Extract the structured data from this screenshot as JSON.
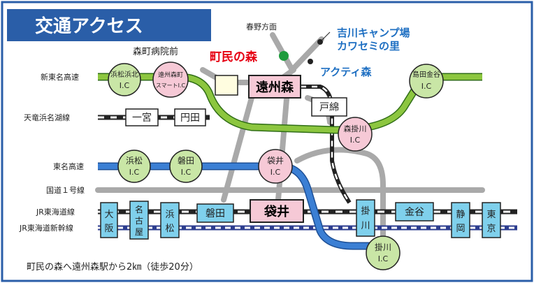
{
  "title": "交通アクセス",
  "landmark_town_forest": "町民の森",
  "landmark_activity_forest": "アクティ森",
  "landmark_camp_line1": "吉川キャンプ場",
  "landmark_camp_line2": "カワセミの里",
  "direction_haruno": "春野方面",
  "label_hospital": "森町病院前",
  "line_labels": {
    "shin_tomei": "新東名高速",
    "tenhama": "天竜浜名湖線",
    "tomei": "東名高速",
    "route1": "国道１号線",
    "jr_tokaido": "JR東海道線",
    "jr_shinkansen": "JR東海道新幹線"
  },
  "stations": {
    "ichinomiya": "一宮",
    "enden": "円田",
    "enshumori": "遠州森",
    "tosen": "戸綿",
    "osaka_1": "大",
    "osaka_2": "阪",
    "nagoya_1": "名",
    "nagoya_2": "古",
    "nagoya_3": "屋",
    "hamamatsu_1": "浜",
    "hamamatsu_2": "松",
    "iwata": "磐田",
    "fukuroi": "袋井",
    "kakegawa_1": "掛",
    "kakegawa_2": "川",
    "kanaya": "金谷",
    "shizuoka_1": "静",
    "shizuoka_2": "岡",
    "tokyo_1": "東",
    "tokyo_2": "京"
  },
  "interchanges": {
    "hamamatsu_hamakita": {
      "name": "浜松浜北",
      "ic": "I.C"
    },
    "enshumori_smart": {
      "name": "遠州森町",
      "ic": "スマートI.C"
    },
    "shimada_kanaya": {
      "name": "島田金谷",
      "ic": "I.C"
    },
    "morikakegawa": {
      "name": "森掛川",
      "ic": "I.C"
    },
    "hamamatsu": {
      "name": "浜松",
      "ic": "I.C"
    },
    "iwata": {
      "name": "磐田",
      "ic": "I.C"
    },
    "fukuroi": {
      "name": "袋井",
      "ic": "I.C"
    },
    "kakegawa": {
      "name": "掛川",
      "ic": "I.C"
    }
  },
  "footer_note": "町民の森へ遠州森駅から2㎞（徒歩20分）",
  "colors": {
    "frame_blue": "#2a5ea8",
    "green_road": "#8cc63f",
    "blue_road": "#3b7fd4",
    "gray_road": "#a9a9a9",
    "ic_pink": "#f6c9d6",
    "ic_green": "#c9e6a6",
    "station_cyan": "#7fd0ec",
    "station_pink": "#f6c9d6",
    "title_red": "#e60012",
    "accent_blue": "#1e6fc2",
    "landmark_green": "#1e9b3c"
  }
}
